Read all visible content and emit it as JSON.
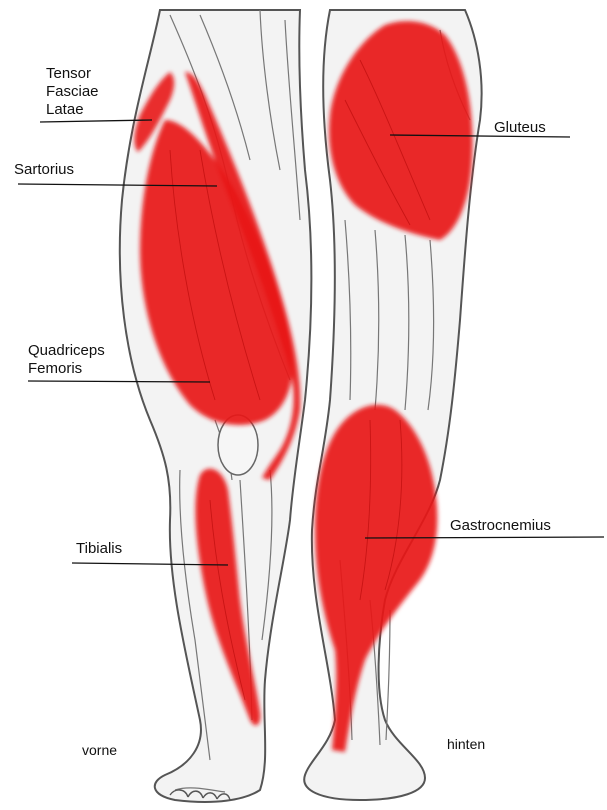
{
  "labels": {
    "tensor_line1": "Tensor",
    "tensor_line2": "Fasciae",
    "tensor_line3": "Latae",
    "sartorius": "Sartorius",
    "quadriceps_line1": "Quadriceps",
    "quadriceps_line2": "Femoris",
    "tibialis": "Tibialis",
    "gluteus": "Gluteus",
    "gastrocnemius": "Gastrocnemius",
    "view_front": "vorne",
    "view_back": "hinten"
  },
  "colors": {
    "muscle_highlight": "#e8141a",
    "outline": "#555555",
    "skin": "#f2f2f2"
  }
}
